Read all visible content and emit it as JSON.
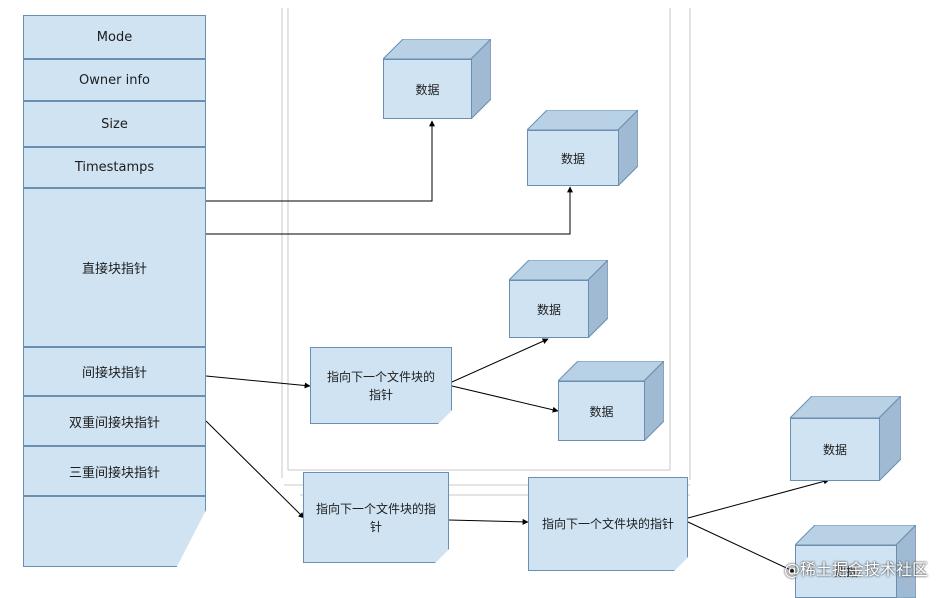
{
  "inode_fields": [
    {
      "label": "Mode"
    },
    {
      "label": "Owner info"
    },
    {
      "label": "Size"
    },
    {
      "label": "Timestamps"
    },
    {
      "label": "直接块指针"
    },
    {
      "label": "间接块指针"
    },
    {
      "label": "双重间接块指针"
    },
    {
      "label": "三重间接块指针"
    },
    {
      "label": ""
    }
  ],
  "notes": [
    {
      "label": "指向下一个文件块的指针"
    },
    {
      "label": "指向下一个文件块的指针"
    },
    {
      "label": "指向下一个文件块的指针"
    }
  ],
  "data_boxes": [
    {
      "label": "数据"
    },
    {
      "label": "数据"
    },
    {
      "label": "数据"
    },
    {
      "label": "数据"
    },
    {
      "label": "数据"
    },
    {
      "label": "数据"
    }
  ],
  "watermark": "@稀土掘金技术社区",
  "colors": {
    "fill": "#cfe3f2",
    "stroke": "#6a8fb0",
    "side": "#9fbad2",
    "top": "#b9d1e4",
    "line": "#000000"
  }
}
